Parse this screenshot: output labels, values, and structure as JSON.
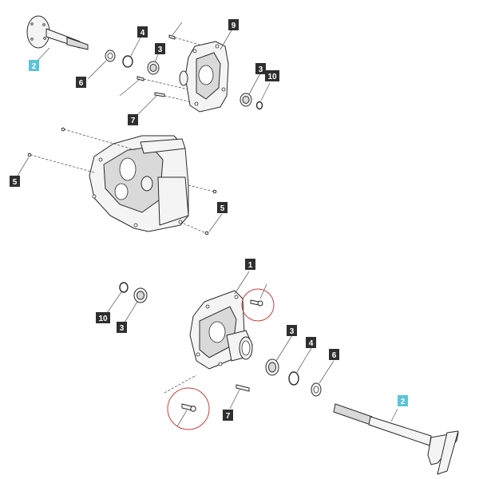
{
  "colors": {
    "tag_dark": "#2f2f2f",
    "tag_highlight": "#5bc4d8",
    "callout": "#c04040"
  },
  "labels": {
    "t2a": "2",
    "t6a": "6",
    "t4a": "4",
    "t3a": "3",
    "t9": "9",
    "t3b": "3",
    "t10a": "10",
    "t7a": "7",
    "t5a": "5",
    "t5b": "5",
    "t1": "1",
    "t10b": "10",
    "t3c": "3",
    "t3d": "3",
    "t4b": "4",
    "t6b": "6",
    "t7b": "7",
    "t2b": "2"
  }
}
